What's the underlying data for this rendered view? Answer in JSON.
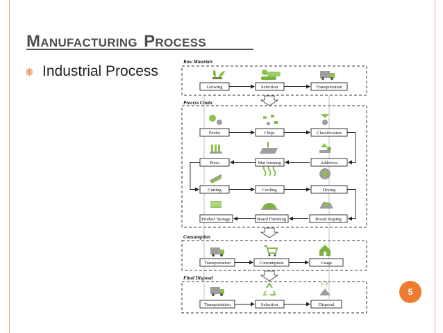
{
  "slide": {
    "title_first": "M",
    "title_rest": "ANUFACTURING",
    "title_second_first": "P",
    "title_second_rest": "ROCESS",
    "bullet": "Industrial Process",
    "page_number": "5"
  },
  "diagram": {
    "sections": {
      "raw_materials": "Raw Materials",
      "process_chain": "Process Chain",
      "consumption": "Consumption",
      "final_disposal": "Final Disposal"
    },
    "raw": [
      "Growing",
      "Selection",
      "Transportation"
    ],
    "chain_row1": [
      "Peeler",
      "Chips",
      "Classification"
    ],
    "chain_row2": [
      "Press",
      "Mat forming",
      "Additives"
    ],
    "chain_row3": [
      "Cutting",
      "Cooling",
      "Drying"
    ],
    "chain_row4": [
      "Product Storage",
      "Board Finishing",
      "Board shaping"
    ],
    "consumption": [
      "Transportation",
      "Consumption",
      "Usage"
    ],
    "disposal": [
      "Transportation",
      "Selection",
      "Disposal"
    ]
  }
}
